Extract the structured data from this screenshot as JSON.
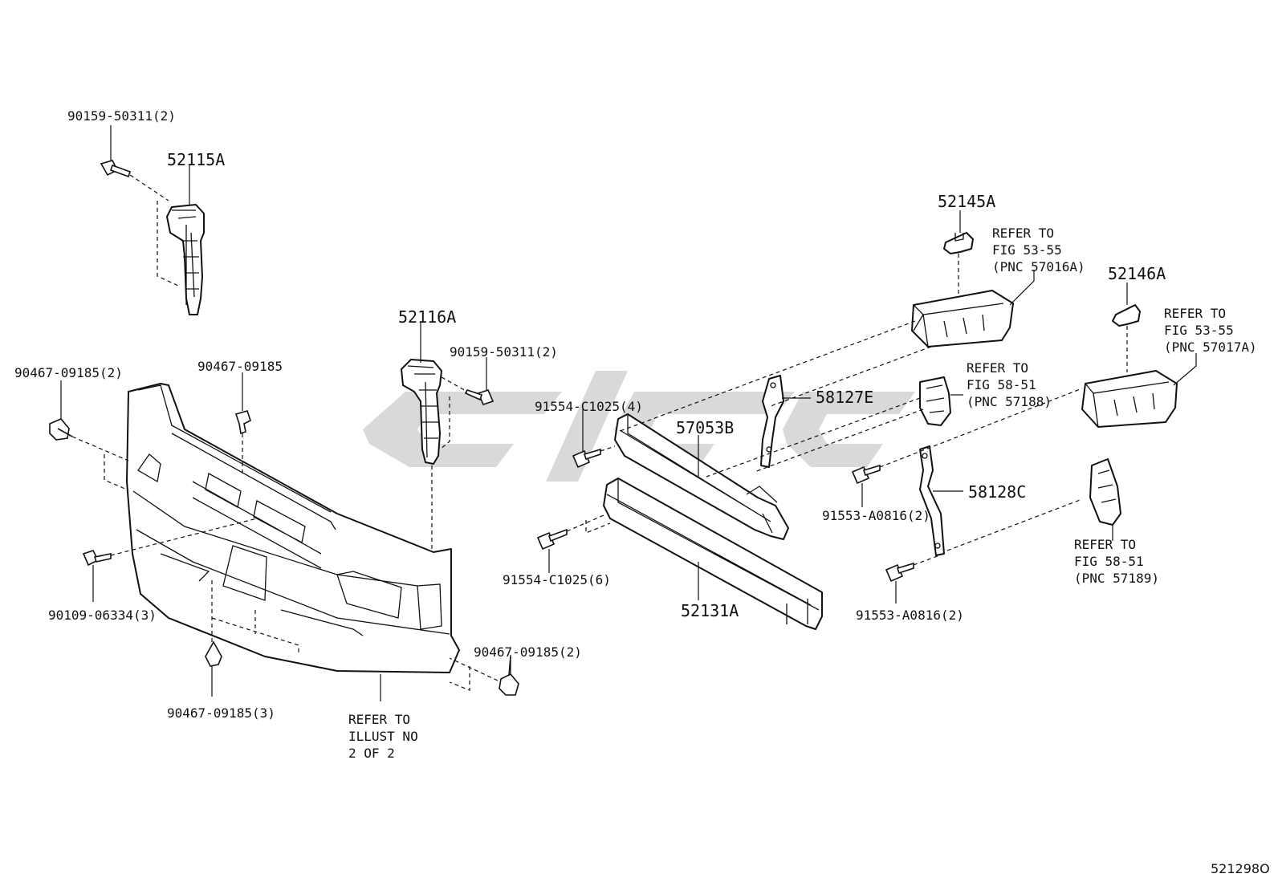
{
  "labels": {
    "p90159_top": "90159-50311(2)",
    "p52115A": "52115A",
    "p52145A": "52145A",
    "refer_57016A": [
      "REFER TO",
      "FIG 53-55",
      "(PNC 57016A)"
    ],
    "p52146A": "52146A",
    "refer_57017A": [
      "REFER TO",
      "FIG 53-55",
      "(PNC 57017A)"
    ],
    "p52116A": "52116A",
    "p90159_mid": "90159-50311(2)",
    "p90467_left": "90467-09185(2)",
    "p90467_top": "90467-09185",
    "refer_57188": [
      "REFER TO",
      "FIG 58-51",
      "(PNC 57188)"
    ],
    "p58127E": "58127E",
    "p91554_4": "91554-C1025(4)",
    "p57053B": "57053B",
    "p58128C": "58128C",
    "p91553_a": "91553-A0816(2)",
    "p91554_6": "91554-C1025(6)",
    "p90109": "90109-06334(3)",
    "refer_57189": [
      "REFER TO",
      "FIG 58-51",
      "(PNC 57189)"
    ],
    "p52131A": "52131A",
    "p91553_b": "91553-A0816(2)",
    "p90467_right": "90467-09185(2)",
    "p90467_bottom": "90467-09185(3)",
    "refer_illust": [
      "REFER TO",
      "ILLUST NO",
      "2 OF 2"
    ],
    "figure_id": "521298O"
  }
}
